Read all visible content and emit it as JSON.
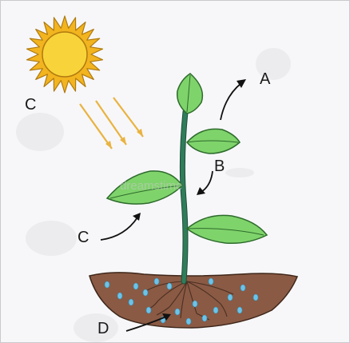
{
  "labels": {
    "a": "A",
    "b": "B",
    "c_top": "C",
    "c_side": "C",
    "d": "D"
  },
  "watermark": "dreamstime",
  "colors": {
    "sun_fill": "#f8d43a",
    "sun_ray": "#f2b41f",
    "sun_outline": "#b07a10",
    "light_ray": "#e9b340",
    "leaf": "#7fd36b",
    "leaf_outline": "#2d6b2c",
    "stem": "#2f7d5a",
    "soil": "#8a5a44",
    "water": "#6cc3e8",
    "roots": "#5a3a2a"
  },
  "icons": [
    "sun-icon",
    "plant-icon",
    "arrow-icon"
  ]
}
